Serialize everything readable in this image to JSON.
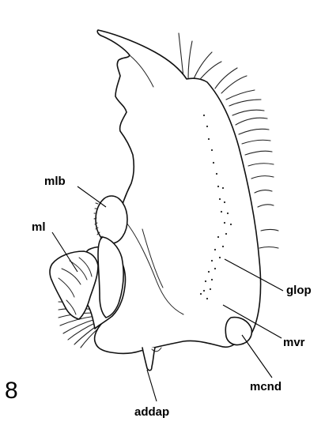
{
  "figure": {
    "number": "8",
    "labels": {
      "mlb": "mlb",
      "ml": "ml",
      "glop": "glop",
      "mvr": "mvr",
      "mcnd": "mcnd",
      "addap": "addap"
    }
  }
}
